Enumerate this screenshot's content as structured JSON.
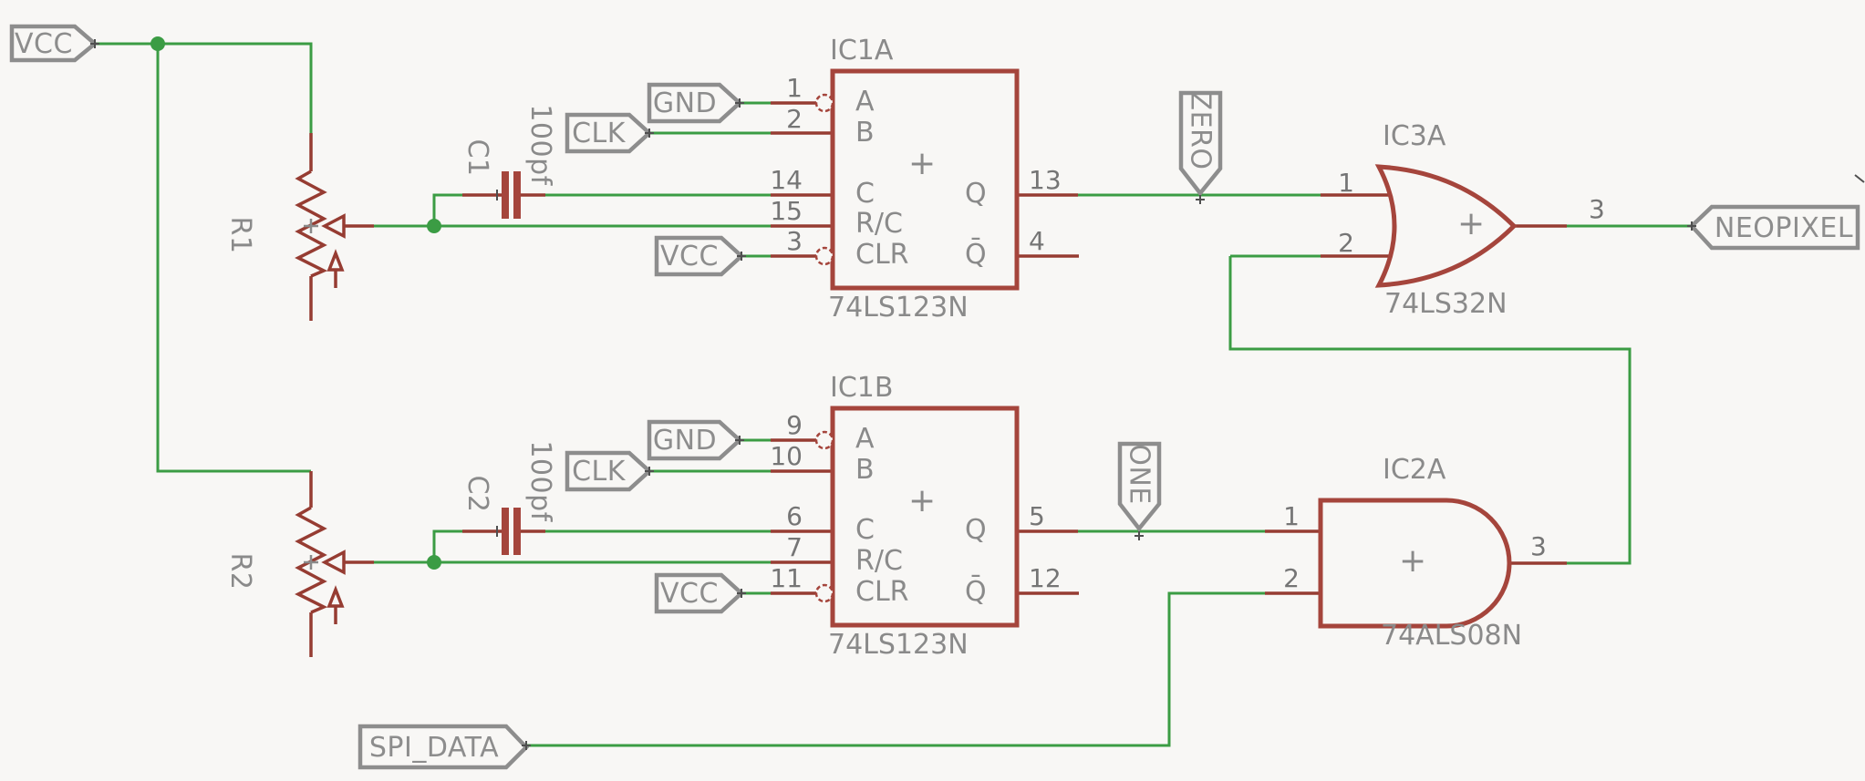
{
  "colors": {
    "background": "#f8f7f5",
    "wire_green": "#3b9c44",
    "pin_stub_red": "#963c32",
    "component_red": "#a5453c",
    "flag_gray": "#8d8d8d",
    "label_gray": "#8a8a8a",
    "pin_number_gray": "#757575"
  },
  "flags": {
    "vcc": "VCC",
    "gnd": "GND",
    "clk": "CLK",
    "spi_data": "SPI_DATA",
    "neopixel": "NEOPIXEL",
    "zero": "ZERO",
    "one": "ONE"
  },
  "parts": {
    "r1": {
      "ref": "R1"
    },
    "r2": {
      "ref": "R2"
    },
    "c1": {
      "ref": "C1",
      "value": "100pf"
    },
    "c2": {
      "ref": "C2",
      "value": "100pf"
    },
    "ic1a": {
      "ref": "IC1A",
      "device": "74LS123N"
    },
    "ic1b": {
      "ref": "IC1B",
      "device": "74LS123N"
    },
    "ic3a": {
      "ref": "IC3A",
      "device": "74LS32N"
    },
    "ic2a": {
      "ref": "IC2A",
      "device": "74ALS08N"
    }
  },
  "pin_labels": {
    "a": "A",
    "b": "B",
    "c": "C",
    "rc": "R/C",
    "clr": "CLR",
    "q": "Q",
    "qbar": "Q̄",
    "plus": "+"
  },
  "pin_numbers": {
    "ic1a": {
      "a": "1",
      "b": "2",
      "c": "14",
      "rc": "15",
      "clr": "3",
      "q": "13",
      "qbar": "4"
    },
    "ic1b": {
      "a": "9",
      "b": "10",
      "c": "6",
      "rc": "7",
      "clr": "11",
      "q": "5",
      "qbar": "12"
    },
    "ic3a": {
      "in1": "1",
      "in2": "2",
      "out": "3"
    },
    "ic2a": {
      "in1": "1",
      "in2": "2",
      "out": "3"
    }
  }
}
